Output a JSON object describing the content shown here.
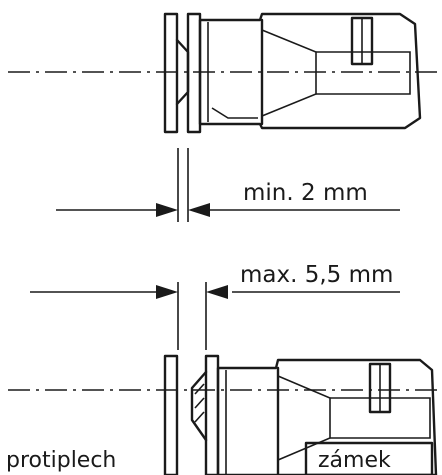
{
  "dimensions": {
    "min_gap": "min. 2 mm",
    "max_gap": "max. 5,5 mm"
  },
  "labels": {
    "strike_plate": "protiplech",
    "lock": "zámek"
  }
}
